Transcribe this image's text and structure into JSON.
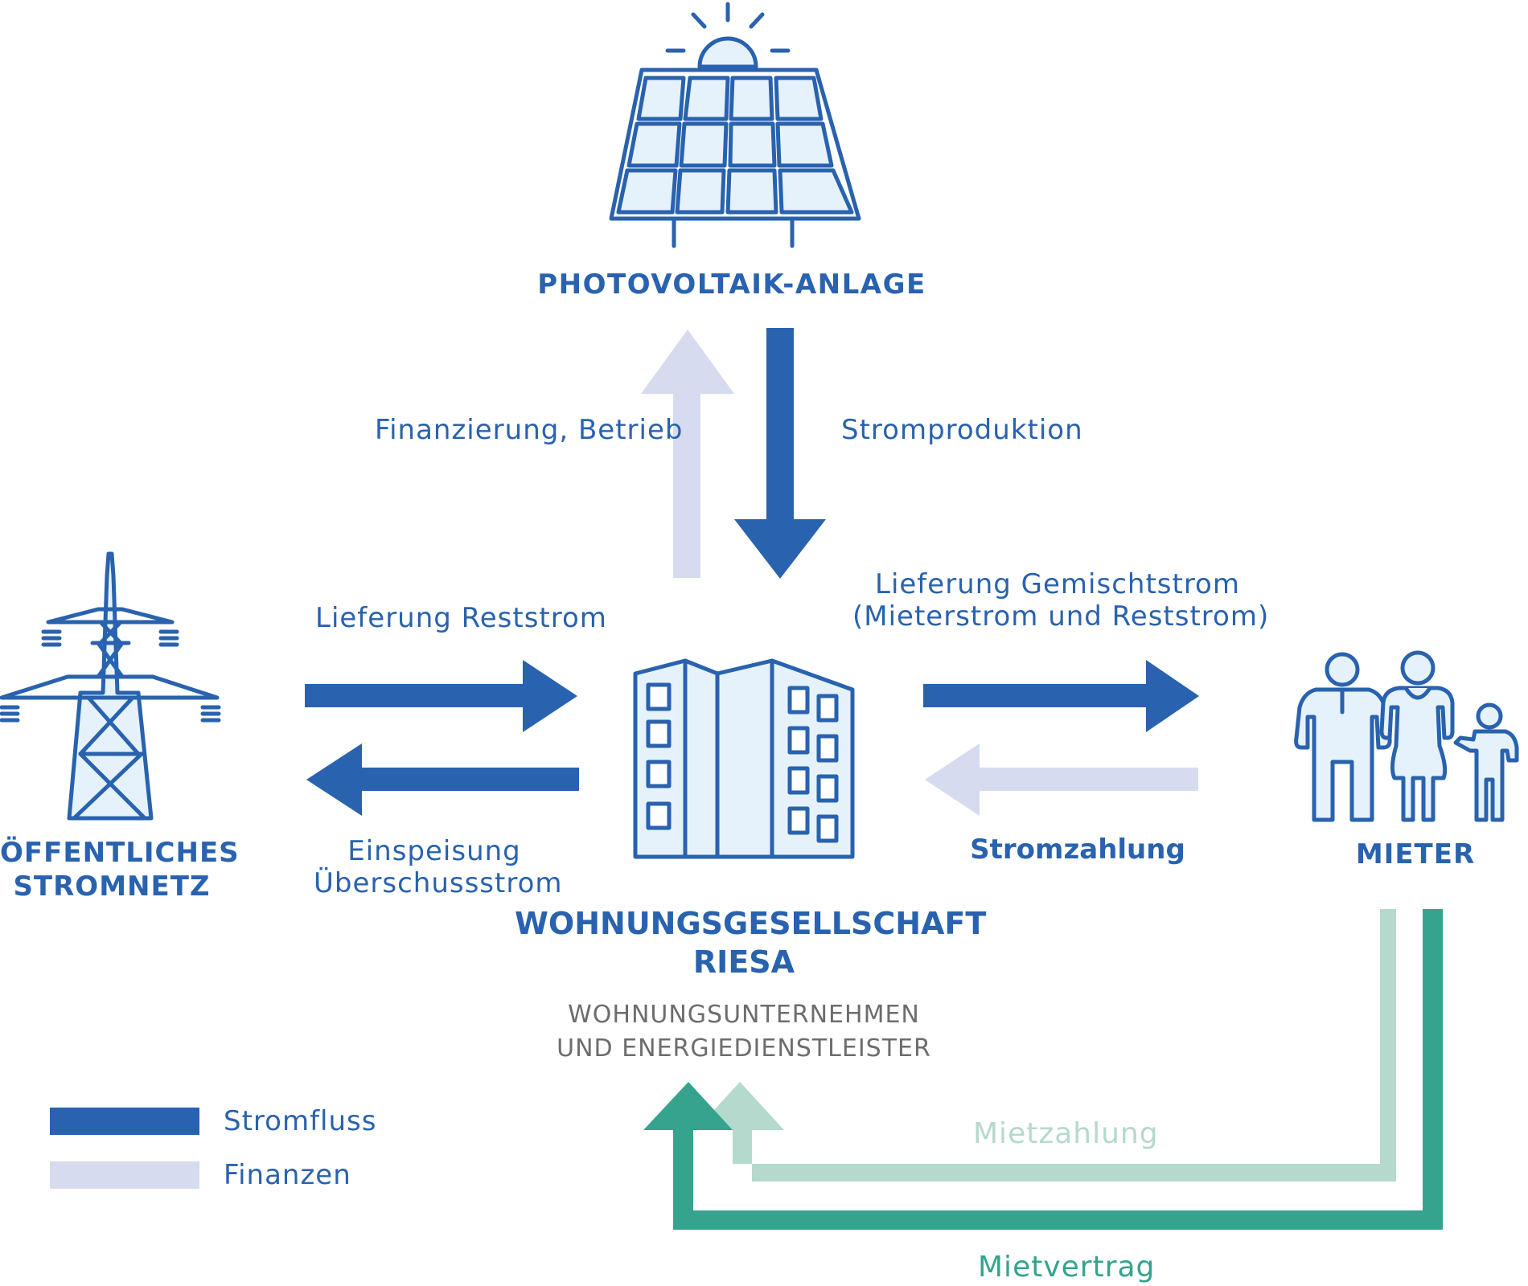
{
  "nodes": {
    "photovoltaik": "PHOTOVOLTAIK-ANLAGE",
    "netz_line1": "ÖFFENTLICHES",
    "netz_line2": "STROMNETZ",
    "mieter": "MIETER",
    "company_line1": "WOHNUNGSGESELLSCHAFT",
    "company_line2": "RIESA",
    "company_sub1": "WOHNUNGSUNTERNEHMEN",
    "company_sub2": "UND ENERGIEDIENSTLEISTER"
  },
  "flows": {
    "finanzierung": "Finanzierung, Betrieb",
    "stromproduktion": "Stromproduktion",
    "lieferung_reststrom": "Lieferung Reststrom",
    "einspeisung_line1": "Einspeisung",
    "einspeisung_line2": "Überschussstrom",
    "gemischtstrom_line1": "Lieferung Gemischtstrom",
    "gemischtstrom_line2": "(Mieterstrom und Reststrom)",
    "stromzahlung": "Stromzahlung",
    "mietzahlung": "Mietzahlung",
    "mietvertrag": "Mietvertrag"
  },
  "legend": {
    "stromfluss": "Stromfluss",
    "finanzen": "Finanzen"
  },
  "colors": {
    "strom": "#2962ae",
    "finanzen": "#d6dbf0",
    "icon_fill": "#e6f2fb",
    "mietzahlung": "#b5d9cd",
    "mietvertrag": "#35a38e",
    "subtitle": "#6d6d6d"
  },
  "icons": [
    "solar-panel-icon",
    "power-pylon-icon",
    "apartment-building-icon",
    "family-icon"
  ]
}
